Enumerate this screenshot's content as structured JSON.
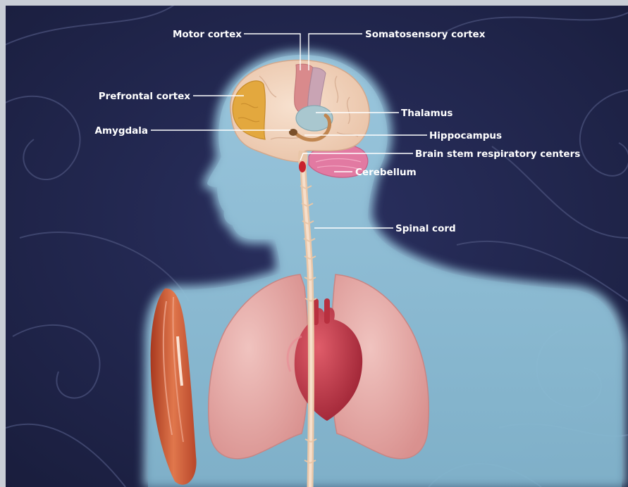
{
  "labels": {
    "motor_cortex": "Motor cortex",
    "somatosensory_cortex": "Somatosensory cortex",
    "prefrontal_cortex": "Prefrontal cortex",
    "thalamus": "Thalamus",
    "amygdala": "Amygdala",
    "hippocampus": "Hippocampus",
    "brain_stem": "Brain stem respiratory centers",
    "cerebellum": "Cerebellum",
    "spinal_cord": "Spinal cord"
  },
  "colors": {
    "background": "#1f2447",
    "body_glow": "#a9d3e6",
    "brain_tissue": "#f2d3bd",
    "prefrontal": "#e3a83e",
    "motor": "#d98a8c",
    "somatosensory": "#c9a4b4",
    "thalamus": "#a9c7cf",
    "cerebellum": "#e27aa2",
    "lungs": "#e7b0ad",
    "heart": "#c83a4a",
    "muscle": "#cf5a34",
    "spinal_cord": "#f0d2b8"
  }
}
